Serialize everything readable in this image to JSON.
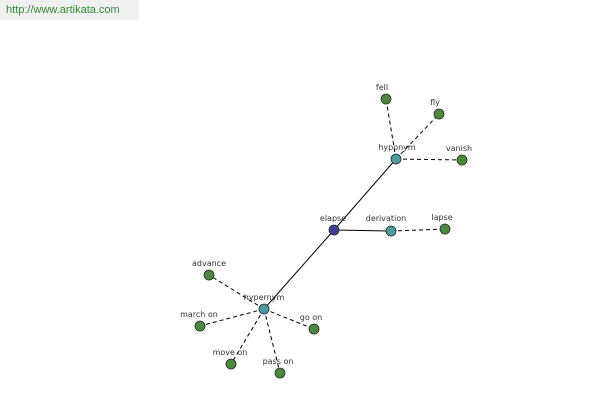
{
  "header": {
    "url": "http://www.artikata.com"
  },
  "colors": {
    "center": "#3c3f8f",
    "relation": "#4a9aa0",
    "leaf": "#4a8a3a",
    "url_text": "#2e8b2e"
  },
  "nodes": [
    {
      "id": "elapse",
      "label": "elapse",
      "kind": "center"
    },
    {
      "id": "hyponym",
      "label": "hyponym",
      "kind": "relation"
    },
    {
      "id": "derivation",
      "label": "derivation",
      "kind": "relation"
    },
    {
      "id": "hypernym",
      "label": "hypernym",
      "kind": "relation"
    },
    {
      "id": "fell",
      "label": "fell",
      "kind": "leaf"
    },
    {
      "id": "fly",
      "label": "fly",
      "kind": "leaf"
    },
    {
      "id": "vanish",
      "label": "vanish",
      "kind": "leaf"
    },
    {
      "id": "lapse",
      "label": "lapse",
      "kind": "leaf"
    },
    {
      "id": "advance",
      "label": "advance",
      "kind": "leaf"
    },
    {
      "id": "march_on",
      "label": "march on",
      "kind": "leaf"
    },
    {
      "id": "go_on",
      "label": "go on",
      "kind": "leaf"
    },
    {
      "id": "move_on",
      "label": "move on",
      "kind": "leaf"
    },
    {
      "id": "pass_on",
      "label": "pass on",
      "kind": "leaf"
    }
  ],
  "edges": [
    {
      "from": "elapse",
      "to": "hyponym",
      "style": "solid"
    },
    {
      "from": "elapse",
      "to": "derivation",
      "style": "solid"
    },
    {
      "from": "elapse",
      "to": "hypernym",
      "style": "solid"
    },
    {
      "from": "hyponym",
      "to": "fell",
      "style": "dashed"
    },
    {
      "from": "hyponym",
      "to": "fly",
      "style": "dashed"
    },
    {
      "from": "hyponym",
      "to": "vanish",
      "style": "dashed"
    },
    {
      "from": "derivation",
      "to": "lapse",
      "style": "dashed"
    },
    {
      "from": "hypernym",
      "to": "advance",
      "style": "dashed"
    },
    {
      "from": "hypernym",
      "to": "march_on",
      "style": "dashed"
    },
    {
      "from": "hypernym",
      "to": "go_on",
      "style": "dashed"
    },
    {
      "from": "hypernym",
      "to": "move_on",
      "style": "dashed"
    },
    {
      "from": "hypernym",
      "to": "pass_on",
      "style": "dashed"
    }
  ]
}
